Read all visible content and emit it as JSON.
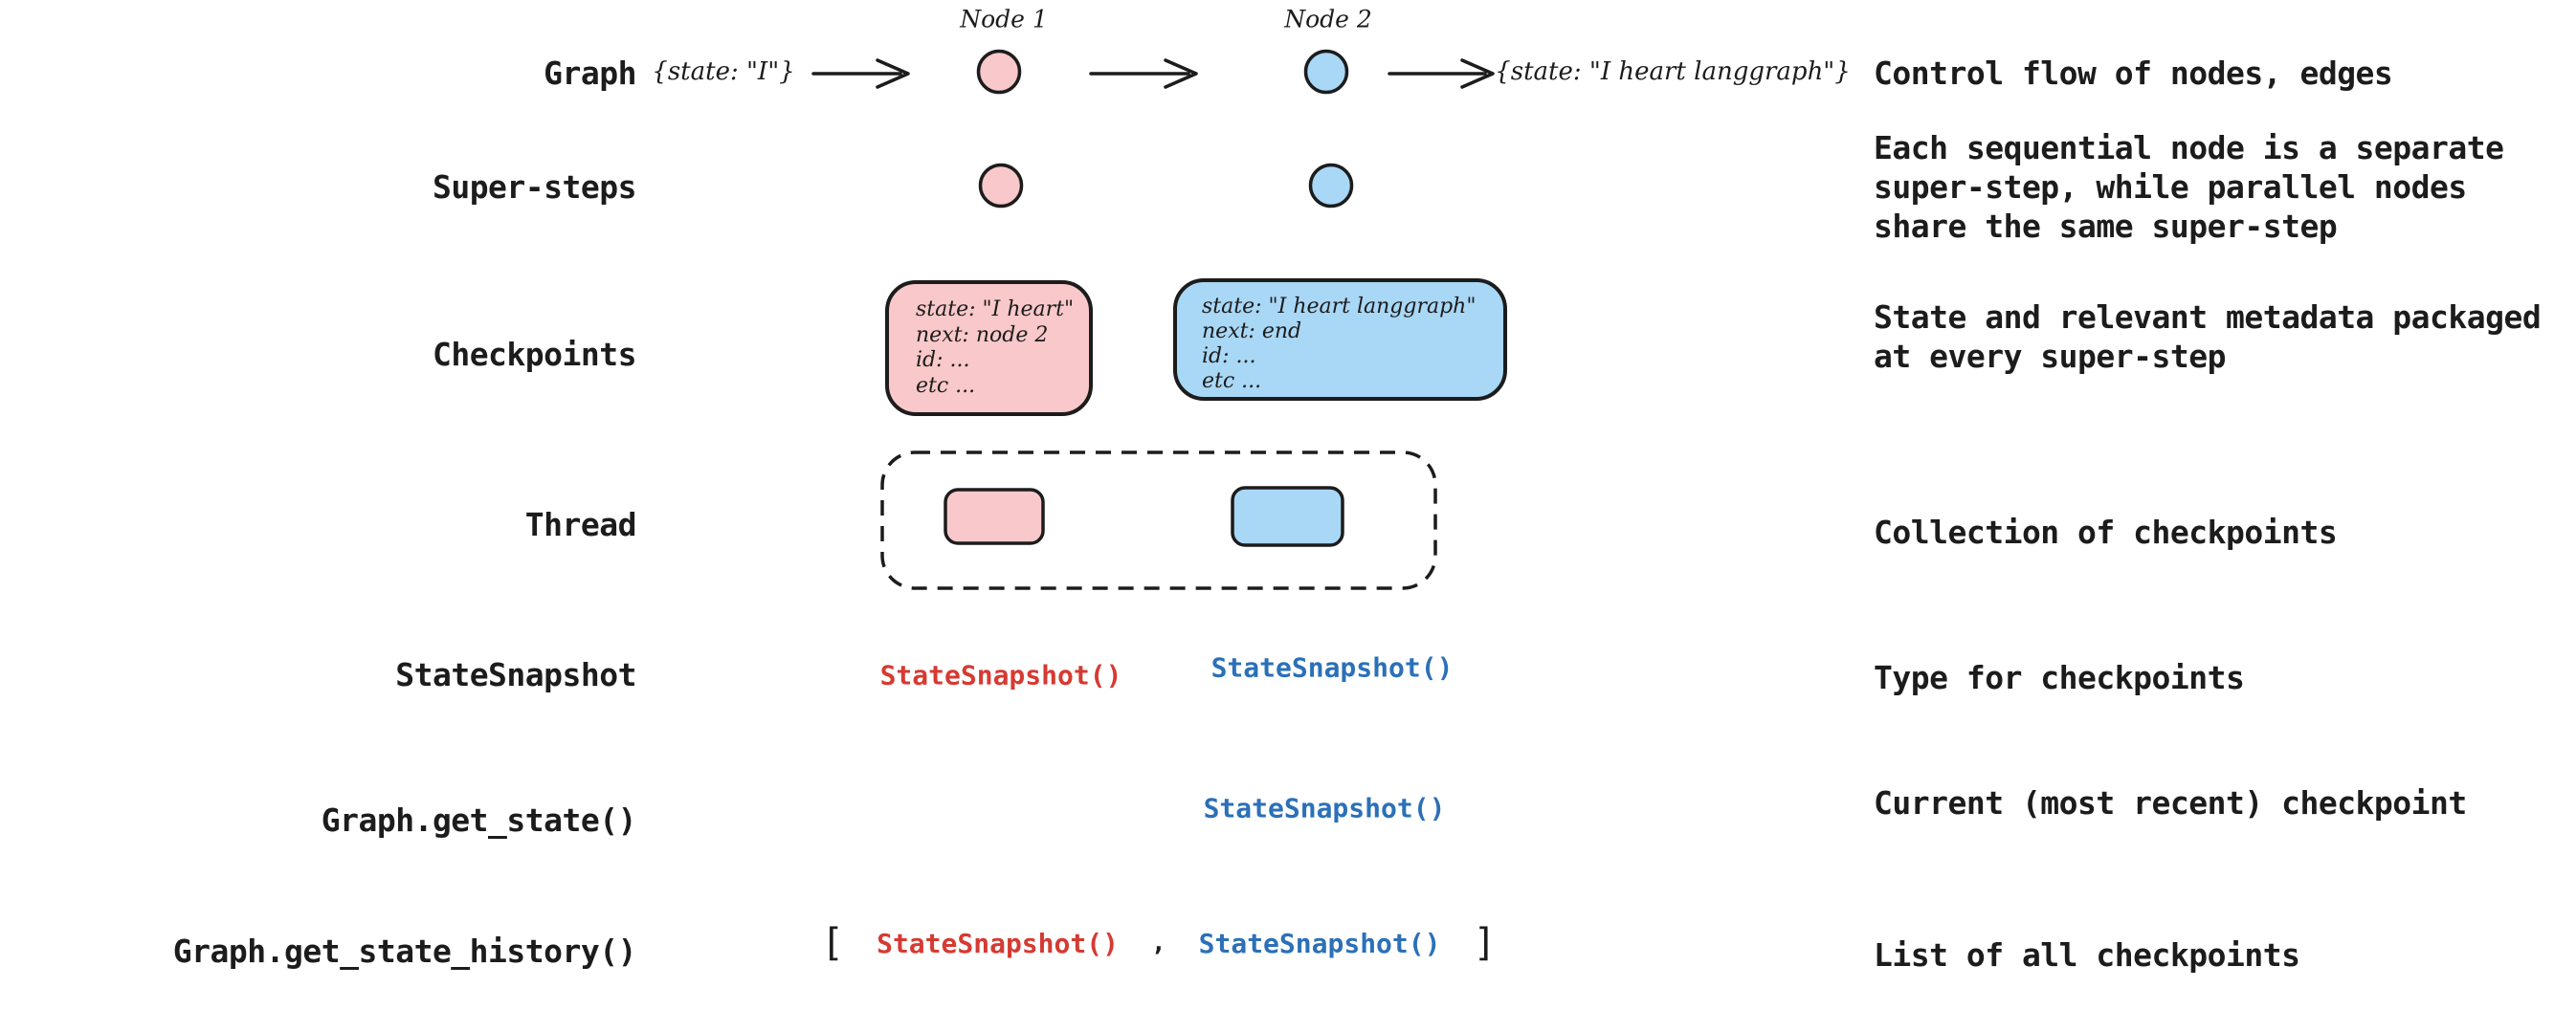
{
  "colors": {
    "node_pink_fill": "#f9c8ca",
    "node_blue_fill": "#a9d7f6",
    "stroke_black": "#1c1c1c",
    "code_red": "#d63a32",
    "code_blue": "#2b70b8",
    "background": "#ffffff"
  },
  "rows": {
    "graph": {
      "label": "Graph",
      "desc_lines": [
        "Control flow of nodes, edges"
      ]
    },
    "super_steps": {
      "label": "Super-steps",
      "desc_lines": [
        "Each sequential node is a separate",
        "super-step, while parallel nodes",
        "share the same super-step"
      ]
    },
    "checkpoints": {
      "label": "Checkpoints",
      "desc_lines": [
        "State and relevant metadata packaged",
        "at every super-step"
      ]
    },
    "thread": {
      "label": "Thread",
      "desc_lines": [
        "Collection of checkpoints"
      ]
    },
    "state_snapshot": {
      "label": "StateSnapshot",
      "desc_lines": [
        "Type for checkpoints"
      ]
    },
    "get_state": {
      "label": "Graph.get_state()",
      "desc_lines": [
        "Current (most recent) checkpoint"
      ]
    },
    "get_state_history": {
      "label": "Graph.get_state_history()",
      "desc_lines": [
        "List of all checkpoints"
      ]
    }
  },
  "graph_row": {
    "input_state": "{state: \"I\"}",
    "node1_label": "Node 1",
    "node2_label": "Node 2",
    "output_state": "{state: \"I heart langgraph\"}"
  },
  "checkpoint_boxes": {
    "pink": {
      "lines": [
        "state: \"I heart\"",
        "next: node 2",
        "id: ...",
        "etc ..."
      ]
    },
    "blue": {
      "lines": [
        "state: \"I heart langgraph\"",
        "next: end",
        "id: ...",
        "etc ..."
      ]
    }
  },
  "snapshots": {
    "red_token": "StateSnapshot()",
    "blue_token": "StateSnapshot()",
    "bracket_open": "[",
    "comma": ",",
    "bracket_close": "]"
  }
}
